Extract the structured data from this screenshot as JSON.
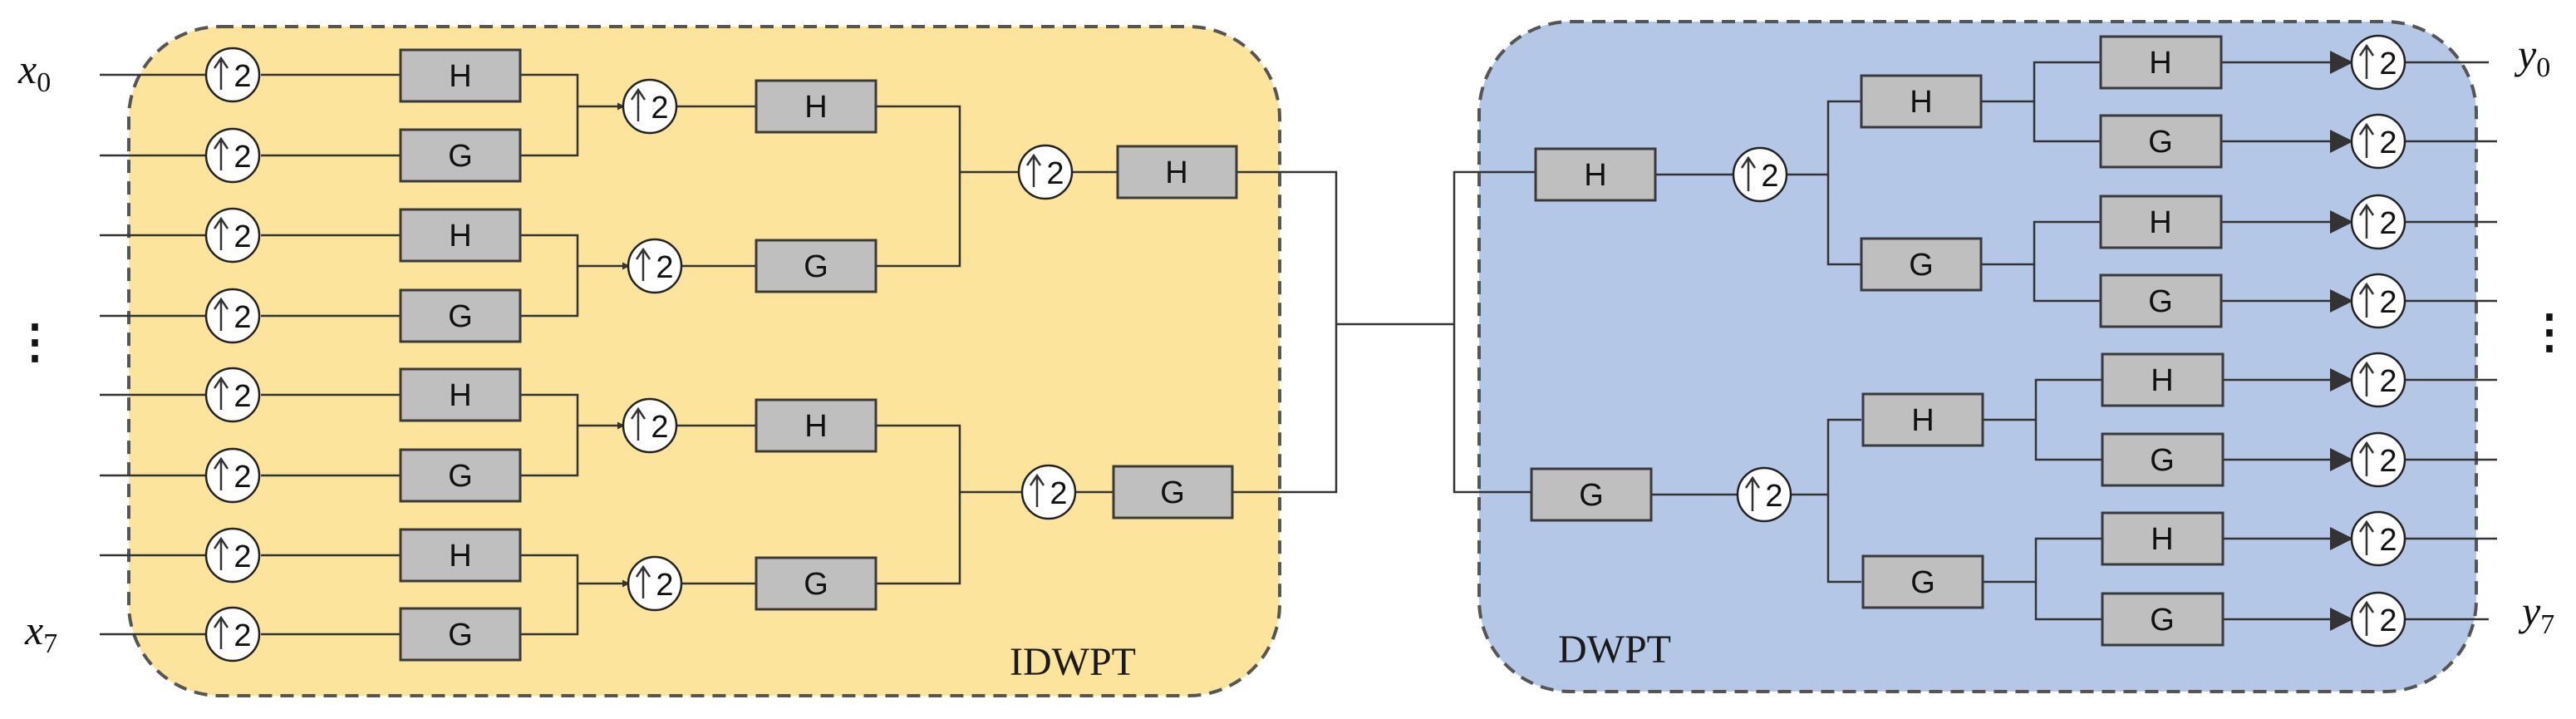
{
  "panels": {
    "idwpt": {
      "title": "IDWPT",
      "color": "#fde49c"
    },
    "dwpt": {
      "title": "DWPT",
      "color": "#b4c7e7"
    }
  },
  "filters": {
    "h": "H",
    "g": "G"
  },
  "upsampler_label": "2",
  "downsampler_label": "2",
  "inputs": {
    "first": {
      "base": "x",
      "sub": "0"
    },
    "last": {
      "base": "x",
      "sub": "7"
    },
    "ellipsis": "⋮"
  },
  "outputs": {
    "first": {
      "base": "y",
      "sub": "0"
    },
    "last": {
      "base": "y",
      "sub": "7"
    },
    "ellipsis": "⋮"
  },
  "icons": {
    "upsample": "arrow-up-icon",
    "downsample": "arrow-down-icon"
  }
}
